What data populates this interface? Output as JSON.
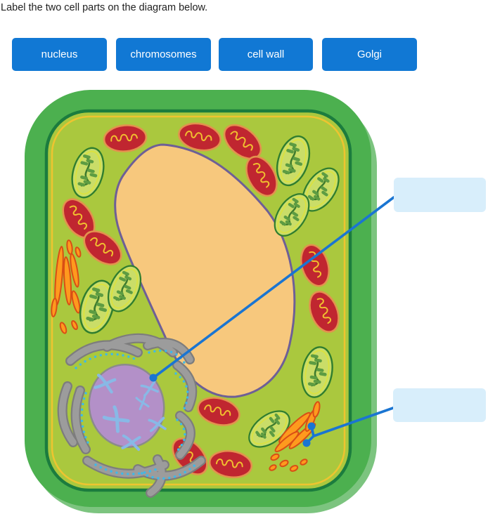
{
  "title": "Label the two cell parts on the diagram below.",
  "word_bank": [
    "nucleus",
    "chromosomes",
    "cell wall",
    "Golgi"
  ],
  "answer_boxes": [
    {
      "value": ""
    },
    {
      "value": ""
    }
  ],
  "diagram": {
    "type": "plant cell",
    "organelles": [
      "cell-wall",
      "cell-membrane",
      "cytoplasm",
      "central-vacuole",
      "nucleus",
      "chromosomes",
      "rough-er",
      "ribosomes",
      "smooth-er",
      "mitochondrion",
      "chloroplast",
      "golgi-apparatus"
    ],
    "leader_lines": 2,
    "leader_dots": 3
  },
  "colors": {
    "title_text": "#1f1f1f",
    "button_blue": "#1178d4",
    "button_text": "#ffffff",
    "answer_box_fill": "#d8eefb",
    "leader_line": "#1a75d2",
    "cell_wall_green": "#4cb04f",
    "cell_wall_shadow": "#7cc47f",
    "membrane_green": "#1b7c3e",
    "membrane_yellow": "#eec430",
    "cytoplasm_green": "#aac83e",
    "vacuole_fill": "#f7c87d",
    "vacuole_border": "#6e5f97",
    "mito_fill": "#c02630",
    "mito_border": "#e3924e",
    "mito_cristae": "#f1c02f",
    "chloro_fill": "#cadd68",
    "chloro_border": "#2f7d2f",
    "chloro_ring": "#dde23a",
    "chloro_grana": "#5d9c42",
    "chloro_connector": "#3e7b2e",
    "er_gray": "#9c9c9c",
    "er_gray_dark": "#7d7d7d",
    "ribosome_blue": "#3cb9ea",
    "nucleus_fill": "#b390c8",
    "nucleus_border": "#8b8b8b",
    "chromosome_blue": "#88b9e6",
    "organelle_orange": "#fe9a1e",
    "organelle_orange_border": "#d94e15"
  }
}
